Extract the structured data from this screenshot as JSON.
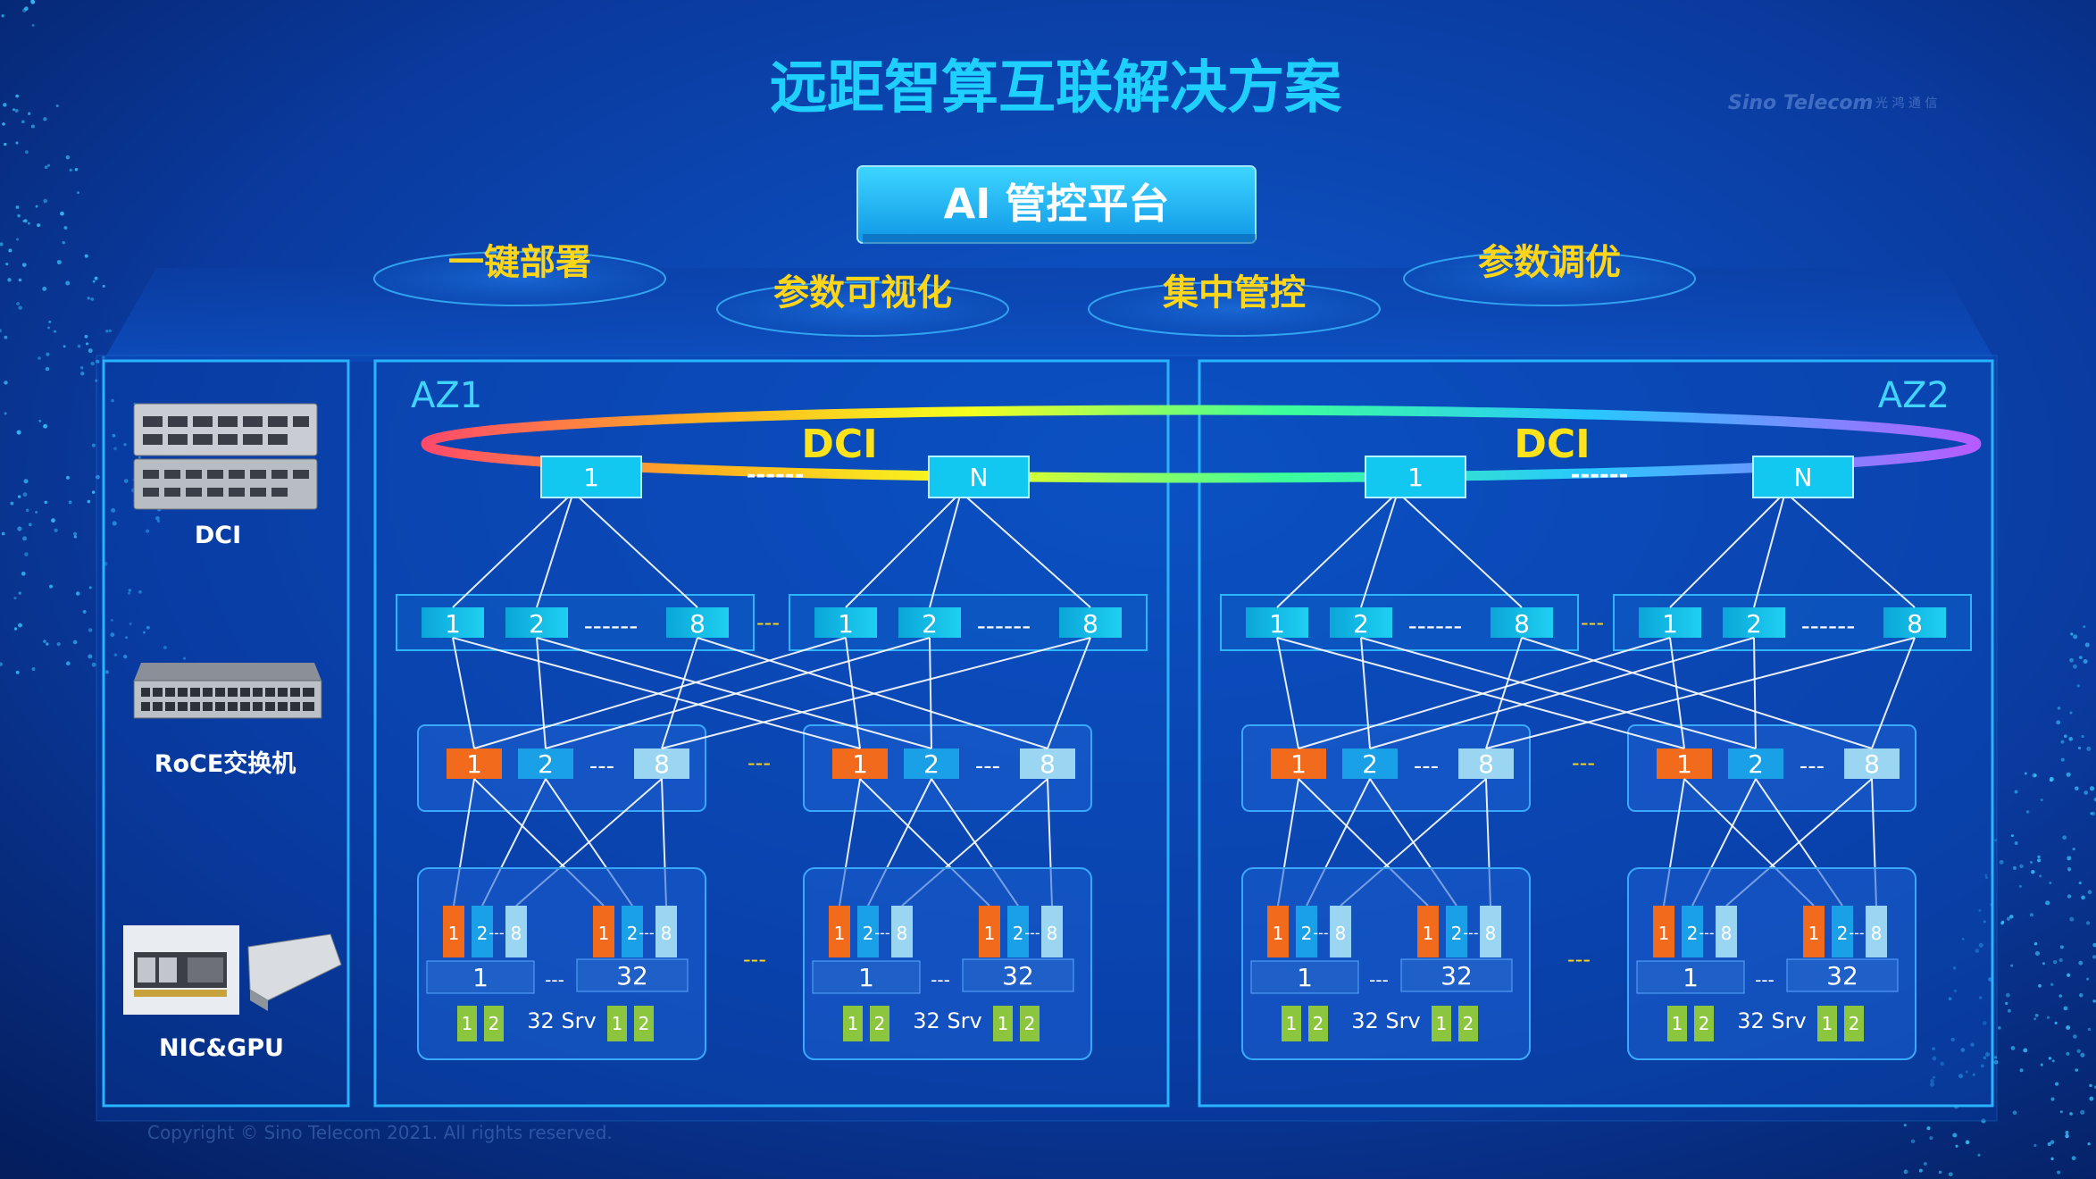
{
  "title": "远距智算互联解决方案",
  "brand": {
    "logo_text": "Sino Telecom",
    "logo_cn": "光 鸿 通 信"
  },
  "platform": {
    "label": "AI 管控平台"
  },
  "features": [
    "一键部署",
    "参数可视化",
    "集中管控",
    "参数调优"
  ],
  "legend": {
    "dci": "DCI",
    "roce": "RoCE交换机",
    "nic": "NIC&GPU"
  },
  "zones": [
    {
      "label": "AZ1",
      "dci_label": "DCI",
      "dci_nodes": [
        "1",
        "N"
      ],
      "dci_ellipsis": "------",
      "spine_groups": [
        [
          "1",
          "2",
          "------",
          "8"
        ],
        [
          "1",
          "2",
          "------",
          "8"
        ]
      ],
      "leaf_groups": [
        [
          "1",
          "2",
          "---",
          "8"
        ],
        [
          "1",
          "2",
          "---",
          "8"
        ]
      ],
      "server_groups": [
        {
          "nic_left": [
            "1",
            "2",
            "---",
            "8"
          ],
          "nic_right": [
            "1",
            "2",
            "---",
            "8"
          ],
          "srv_left": "1",
          "srv_sep": "---",
          "srv_right": "32",
          "gpu_left": [
            "1",
            "2"
          ],
          "srv_label": "32 Srv",
          "gpu_right": [
            "1",
            "2"
          ]
        },
        {
          "nic_left": [
            "1",
            "2",
            "---",
            "8"
          ],
          "nic_right": [
            "1",
            "2",
            "---",
            "8"
          ],
          "srv_left": "1",
          "srv_sep": "---",
          "srv_right": "32",
          "gpu_left": [
            "1",
            "2"
          ],
          "srv_label": "32 Srv",
          "gpu_right": [
            "1",
            "2"
          ]
        }
      ],
      "sep_spine": "---",
      "sep_leaf": "---",
      "sep_srv": "---"
    },
    {
      "label": "AZ2",
      "dci_label": "DCI",
      "dci_nodes": [
        "1",
        "N"
      ],
      "dci_ellipsis": "------",
      "spine_groups": [
        [
          "1",
          "2",
          "------",
          "8"
        ],
        [
          "1",
          "2",
          "------",
          "8"
        ]
      ],
      "leaf_groups": [
        [
          "1",
          "2",
          "---",
          "8"
        ],
        [
          "1",
          "2",
          "---",
          "8"
        ]
      ],
      "server_groups": [
        {
          "nic_left": [
            "1",
            "2",
            "---",
            "8"
          ],
          "nic_right": [
            "1",
            "2",
            "---",
            "8"
          ],
          "srv_left": "1",
          "srv_sep": "---",
          "srv_right": "32",
          "gpu_left": [
            "1",
            "2"
          ],
          "srv_label": "32 Srv",
          "gpu_right": [
            "1",
            "2"
          ]
        },
        {
          "nic_left": [
            "1",
            "2",
            "---",
            "8"
          ],
          "nic_right": [
            "1",
            "2",
            "---",
            "8"
          ],
          "srv_left": "1",
          "srv_sep": "---",
          "srv_right": "32",
          "gpu_left": [
            "1",
            "2"
          ],
          "srv_label": "32 Srv",
          "gpu_right": [
            "1",
            "2"
          ]
        }
      ],
      "sep_spine": "---",
      "sep_leaf": "---",
      "sep_srv": "---"
    }
  ],
  "copyright": "Copyright © Sino Telecom 2021. All rights reserved.",
  "colors": {
    "bg_dark": "#062a7a",
    "title": "#1fd0ff",
    "feature_text": "#ffd51a",
    "node_cyan": "#12c8f0",
    "leaf_orange": "#f26a1b",
    "leaf_blue": "#1aa0e6",
    "leaf_pale": "#9ad6f2",
    "gpu_green": "#8cc63f",
    "srv_bar": "#1f5fc8"
  }
}
